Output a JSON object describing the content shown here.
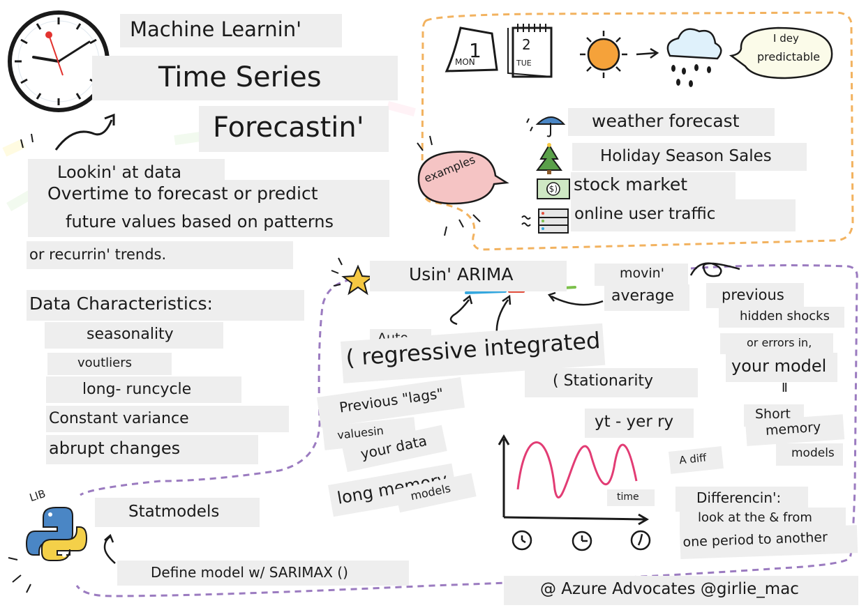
{
  "title": {
    "line1": "Machine Learnin'",
    "line2": "Time Series",
    "line3": "Forecastin'"
  },
  "definition": {
    "line1": "Lookin' at data",
    "line2": "Overtime to forecast or predict",
    "line3": "future values based on patterns",
    "line4": "or recurrin' trends."
  },
  "characteristics": {
    "heading": "Data Characteristics:",
    "items": [
      "seasonality",
      "voutliers",
      "long- runcycle",
      "Constant variance",
      "abrupt changes"
    ]
  },
  "calendar": {
    "day1_num": "1",
    "day1_name": "MON",
    "day2_num": "2",
    "day2_name": "TUE"
  },
  "speech_bubble": {
    "line1": "I dey",
    "line2": "predictable"
  },
  "examples": {
    "bubble_label": "examples",
    "items": [
      "weather forecast",
      "Holiday Season Sales",
      "stock market",
      "online user traffic"
    ],
    "dollar_symbol": "($)"
  },
  "arima": {
    "title": "Usin' ARIMA",
    "auto": "Auto",
    "regressive": "( regressive integrated",
    "moving": "movin'",
    "average": "average",
    "lags": "Previous \"lags\"",
    "values_in": "valuesin",
    "your_data": "your data",
    "quote_mark": "11",
    "long_memory": "long memory",
    "long_memory_models": "models",
    "stationarity": "( Stationarity",
    "formula": "yt - yer ry",
    "axis_label": "time",
    "diff": "A diff",
    "differencing": "Differencin':",
    "look_at": "look at the & from",
    "period": "one period to another",
    "previous": "previous",
    "hidden_shocks": "hidden shocks",
    "errors_in": "or errors in,",
    "your_model": "your model",
    "equals_mark": "Ⅱ",
    "short": "Short",
    "memory": "memory",
    "models": "models"
  },
  "library": {
    "lib": "LIB",
    "statmodels": "Statmodels",
    "define": "Define model w/ SARIMAX ()"
  },
  "credit": "@ Azure Advocates @girlie_mac",
  "colors": {
    "dashed_orange": "#f2b25f",
    "dashed_purple": "#9b7bc0",
    "sine_pink": "#e23c74",
    "arima_blue": "#35a7de",
    "arima_red": "#e24e3c",
    "arima_green": "#7cc04b",
    "label_bg": "#eeeeee",
    "star_yellow": "#f5c842",
    "sun_orange": "#f5a23a",
    "python_blue": "#4a86c5",
    "python_yellow": "#f4d049"
  },
  "icons": [
    "clock-icon",
    "calendar-icon",
    "sun-icon",
    "rain-cloud-icon",
    "umbrella-icon",
    "tree-icon",
    "dollar-bill-icon",
    "server-icon",
    "star-icon",
    "python-logo-icon",
    "stopwatch-icon"
  ]
}
